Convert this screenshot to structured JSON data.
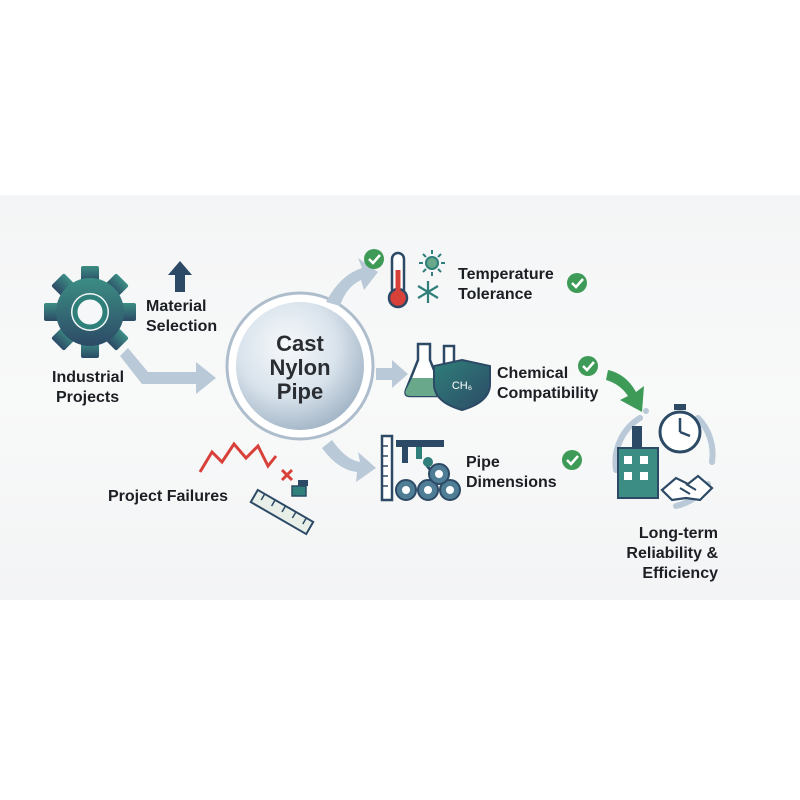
{
  "center": {
    "line1": "Cast",
    "line2": "Nylon",
    "line3": "Pipe"
  },
  "inputs": {
    "material_selection": {
      "line1": "Material",
      "line2": "Selection"
    },
    "industrial_projects": {
      "line1": "Industrial",
      "line2": "Projects"
    },
    "project_failures": "Project Failures"
  },
  "factors": {
    "temperature": {
      "line1": "Temperature",
      "line2": "Tolerance"
    },
    "chemical": {
      "line1": "Chemical",
      "line2": "Compatibility",
      "badge": "CH₆"
    },
    "pipe_dimensions": {
      "line1": "Pipe",
      "line2": "Dimensions"
    }
  },
  "outcome": {
    "line1": "Long-term",
    "line2": "Reliability &",
    "line3": "Efficiency"
  },
  "colors": {
    "teal": "#2f7f7a",
    "navy": "#2c4a66",
    "green": "#3e9b57",
    "arrow": "#b9c9d8",
    "red": "#d8403a"
  }
}
